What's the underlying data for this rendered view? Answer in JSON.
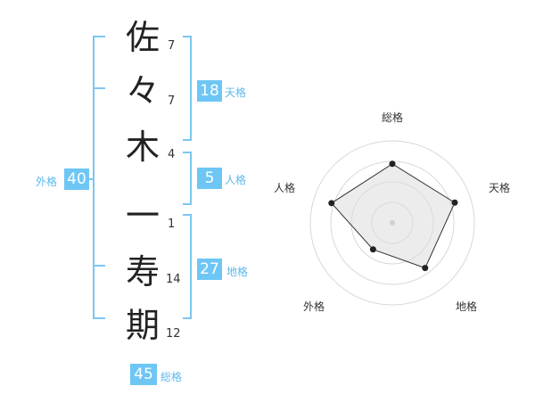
{
  "name_chars": [
    {
      "char": "佐",
      "strokes": "7"
    },
    {
      "char": "々",
      "strokes": "7"
    },
    {
      "char": "木",
      "strokes": "4"
    },
    {
      "char": "一",
      "strokes": "1"
    },
    {
      "char": "寿",
      "strokes": "14"
    },
    {
      "char": "期",
      "strokes": "12"
    }
  ],
  "fortunes": {
    "tenkaku": {
      "value": "18",
      "label": "天格"
    },
    "jinkaku": {
      "value": "5",
      "label": "人格"
    },
    "chikaku": {
      "value": "27",
      "label": "地格"
    },
    "gaikaku": {
      "value": "40",
      "label": "外格"
    },
    "soukaku": {
      "value": "45",
      "label": "総格"
    }
  },
  "colors": {
    "accent": "#6ec6f5",
    "bracket": "#7cc6f2"
  },
  "chart_data": {
    "type": "radar",
    "axes": [
      "総格",
      "天格",
      "地格",
      "外格",
      "人格"
    ],
    "values": [
      0.72,
      0.8,
      0.68,
      0.4,
      0.78
    ],
    "range": [
      0,
      1
    ],
    "rings": 4
  }
}
